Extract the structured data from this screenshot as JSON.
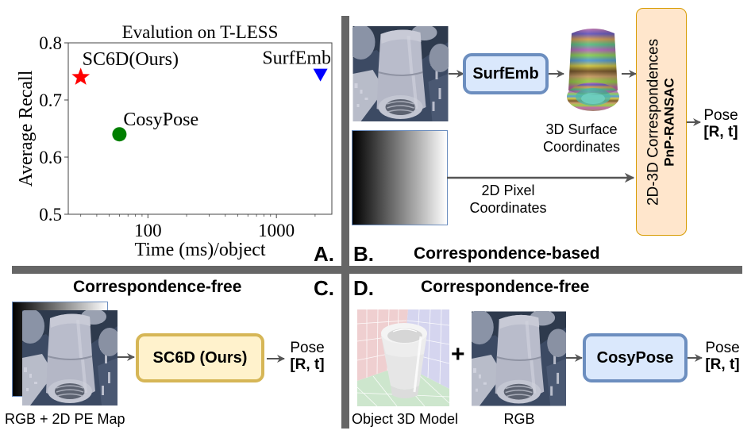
{
  "panels": {
    "A": {
      "letter": "A.",
      "chart_data": {
        "type": "scatter",
        "title": "Evalution on T-LESS",
        "xlabel": "Time (ms)/object",
        "ylabel": "Average Recall",
        "xscale": "log",
        "xlim": [
          24,
          2700
        ],
        "ylim": [
          0.5,
          0.8
        ],
        "xticks": [
          100,
          1000
        ],
        "xtick_labels": [
          "100",
          "1000"
        ],
        "yticks": [
          0.5,
          0.6,
          0.7,
          0.8
        ],
        "ytick_labels": [
          "0.5",
          "0.6",
          "0.7",
          "0.8"
        ],
        "grid": false,
        "legend": "none",
        "points": [
          {
            "name": "SC6D(Ours)",
            "x": 30,
            "y": 0.74,
            "marker": "star",
            "color": "#ff0000"
          },
          {
            "name": "CosyPose",
            "x": 60,
            "y": 0.64,
            "marker": "circle",
            "color": "#007f00"
          },
          {
            "name": "SurfEmb",
            "x": 2200,
            "y": 0.745,
            "marker": "triangle-down",
            "color": "#0000ff"
          }
        ]
      }
    },
    "B": {
      "letter": "B.",
      "title": "Correspondence-based",
      "method": "SurfEmb",
      "surface_caption": [
        "3D Surface",
        "Coordinates"
      ],
      "pixel_caption": [
        "2D Pixel",
        "Coordinates"
      ],
      "solver_line1": "2D-3D Correspondences",
      "solver_line2": "PnP-RANSAC",
      "pose_label": "Pose",
      "pose_value": "[R, t]"
    },
    "C": {
      "letter": "C.",
      "title": "Correspondence-free",
      "method": "SC6D (Ours)",
      "input_caption": "RGB + 2D PE Map",
      "pose_label": "Pose",
      "pose_value": "[R, t]"
    },
    "D": {
      "letter": "D.",
      "title": "Correspondence-free",
      "method": "CosyPose",
      "model_caption": "Object 3D Model",
      "plus": "+",
      "rgb_caption": "RGB",
      "pose_label": "Pose",
      "pose_value": "[R, t]"
    }
  },
  "colors": {
    "blue_box_fill": "#dae8fc",
    "blue_box_border": "#6c8ebf",
    "gold_box_fill": "#fff2cc",
    "gold_box_border": "#d6b656",
    "pnp_fill": "#ffe6cc",
    "pnp_border": "#d79b00",
    "divider": "#666666",
    "arrow": "#555555"
  }
}
